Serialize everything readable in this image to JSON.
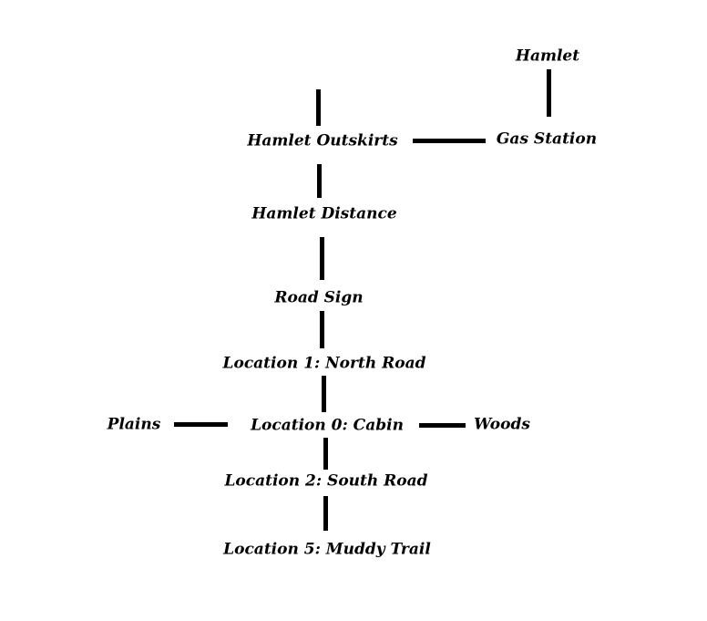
{
  "map": {
    "locations": {
      "hamlet": "Hamlet",
      "hamlet_outskirts": "Hamlet Outskirts",
      "gas_station": "Gas Station",
      "hamlet_distance": "Hamlet Distance",
      "road_sign": "Road Sign",
      "north_road": "Location 1: North Road",
      "plains": "Plains",
      "cabin": "Location 0: Cabin",
      "woods": "Woods",
      "south_road": "Location 2: South Road",
      "muddy_trail": "Location 5: Muddy Trail"
    },
    "line_color": "#000000",
    "text_color": "#000000",
    "background": "#ffffff"
  }
}
